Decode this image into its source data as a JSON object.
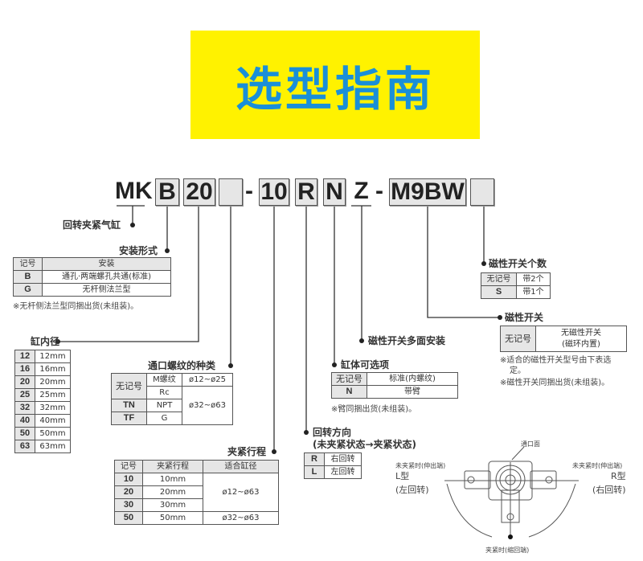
{
  "banner": {
    "title": "选型指南"
  },
  "model_code": {
    "prefix": "MK",
    "mount": "B",
    "bore": "20",
    "port": "",
    "dash1": "-",
    "stroke": "10",
    "rotation": "R",
    "option": "N",
    "multi": "Z",
    "dash2": "-",
    "switch": "M9BW",
    "switch_qty": ""
  },
  "labels": {
    "series": "回转夹紧气缸",
    "mount": "安装形式",
    "bore": "缸内径",
    "port": "通口螺纹的种类",
    "stroke": "夹紧行程",
    "rotation": "回转方向",
    "rotation_sub": "(未夹紧状态→夹紧状态)",
    "option": "缸体可选项",
    "multi": "磁性开关多面安装",
    "switch": "磁性开关",
    "switch_qty": "磁性开关个数"
  },
  "mount_table": {
    "headers": [
      "记号",
      "安装"
    ],
    "rows": [
      [
        "B",
        "通孔·两端螺孔共通(标准)"
      ],
      [
        "G",
        "无杆侧法兰型"
      ]
    ],
    "note": "※无杆侧法兰型同捆出货(未组装)。"
  },
  "bore_table": {
    "rows": [
      [
        "12",
        "12mm"
      ],
      [
        "16",
        "16mm"
      ],
      [
        "20",
        "20mm"
      ],
      [
        "25",
        "25mm"
      ],
      [
        "32",
        "32mm"
      ],
      [
        "40",
        "40mm"
      ],
      [
        "50",
        "50mm"
      ],
      [
        "63",
        "63mm"
      ]
    ]
  },
  "port_table": {
    "none": "无记号",
    "m": "M螺纹",
    "rc": "Rc",
    "tn": "TN",
    "npt": "NPT",
    "tf": "TF",
    "g": "G",
    "range1": "ø12~ø25",
    "range2": "ø32~ø63"
  },
  "stroke_table": {
    "headers": [
      "记号",
      "夹紧行程",
      "适合缸径"
    ],
    "rows": [
      [
        "10",
        "10mm"
      ],
      [
        "20",
        "20mm"
      ],
      [
        "30",
        "30mm"
      ],
      [
        "50",
        "50mm"
      ]
    ],
    "range1": "ø12~ø63",
    "range2": "ø32~ø63"
  },
  "rotation_table": {
    "rows": [
      [
        "R",
        "右回转"
      ],
      [
        "L",
        "左回转"
      ]
    ]
  },
  "option_table": {
    "rows": [
      [
        "无记号",
        "标准(内螺纹)"
      ],
      [
        "N",
        "带臂"
      ]
    ],
    "note": "※臂同捆出货(未组装)。"
  },
  "switch_table": {
    "code": "无记号",
    "desc1": "无磁性开关",
    "desc2": "(磁环内置)",
    "note1": "※适合的磁性开关型号由下表选",
    "note1b": "定。",
    "note2": "※磁性开关同捆出货(未组装)。"
  },
  "qty_table": {
    "rows": [
      [
        "无记号",
        "带2个"
      ],
      [
        "S",
        "带1个"
      ]
    ]
  },
  "diagram": {
    "port_face": "通口面",
    "unclamp_left": "未夹紧时(伸出端)",
    "l_type": "L型",
    "l_dir": "(左回转)",
    "unclamp_right": "未夹紧时(伸出端)",
    "r_type": "R型",
    "r_dir": "(右回转)",
    "clamp": "夹紧时(缩回端)"
  }
}
